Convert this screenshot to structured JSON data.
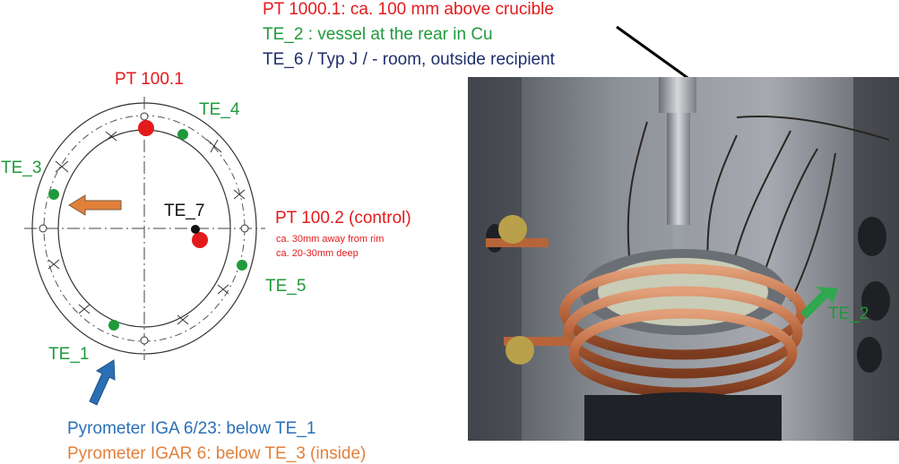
{
  "colors": {
    "red": "#e31a1c",
    "green": "#1f9a3b",
    "navy": "#1f2f6b",
    "blue": "#2a6fb5",
    "orange": "#e2803a",
    "black": "#111111"
  },
  "header": {
    "line1": "PT 1000.1: ca. 100 mm above crucible",
    "line2": "TE_2 : vessel at the rear in Cu",
    "line3": "TE_6 / Typ J / - room, outside recipient"
  },
  "diagram": {
    "pt1001": "PT 100.1",
    "te4": "TE_4",
    "te3": "TE_3",
    "te7": "TE_7",
    "pt1002": "PT 100.2 (control)",
    "pt1002_note1": "ca. 30mm away from rim",
    "pt1002_note2": "ca. 20-30mm deep",
    "te5": "TE_5",
    "te1": "TE_1"
  },
  "footer": {
    "pyrometer_iga": "Pyrometer IGA 6/23: below TE_1",
    "pyrometer_igar": "Pyrometer IGAR 6: below TE_3 (inside)"
  },
  "photo": {
    "te2_label": "TE_2"
  }
}
